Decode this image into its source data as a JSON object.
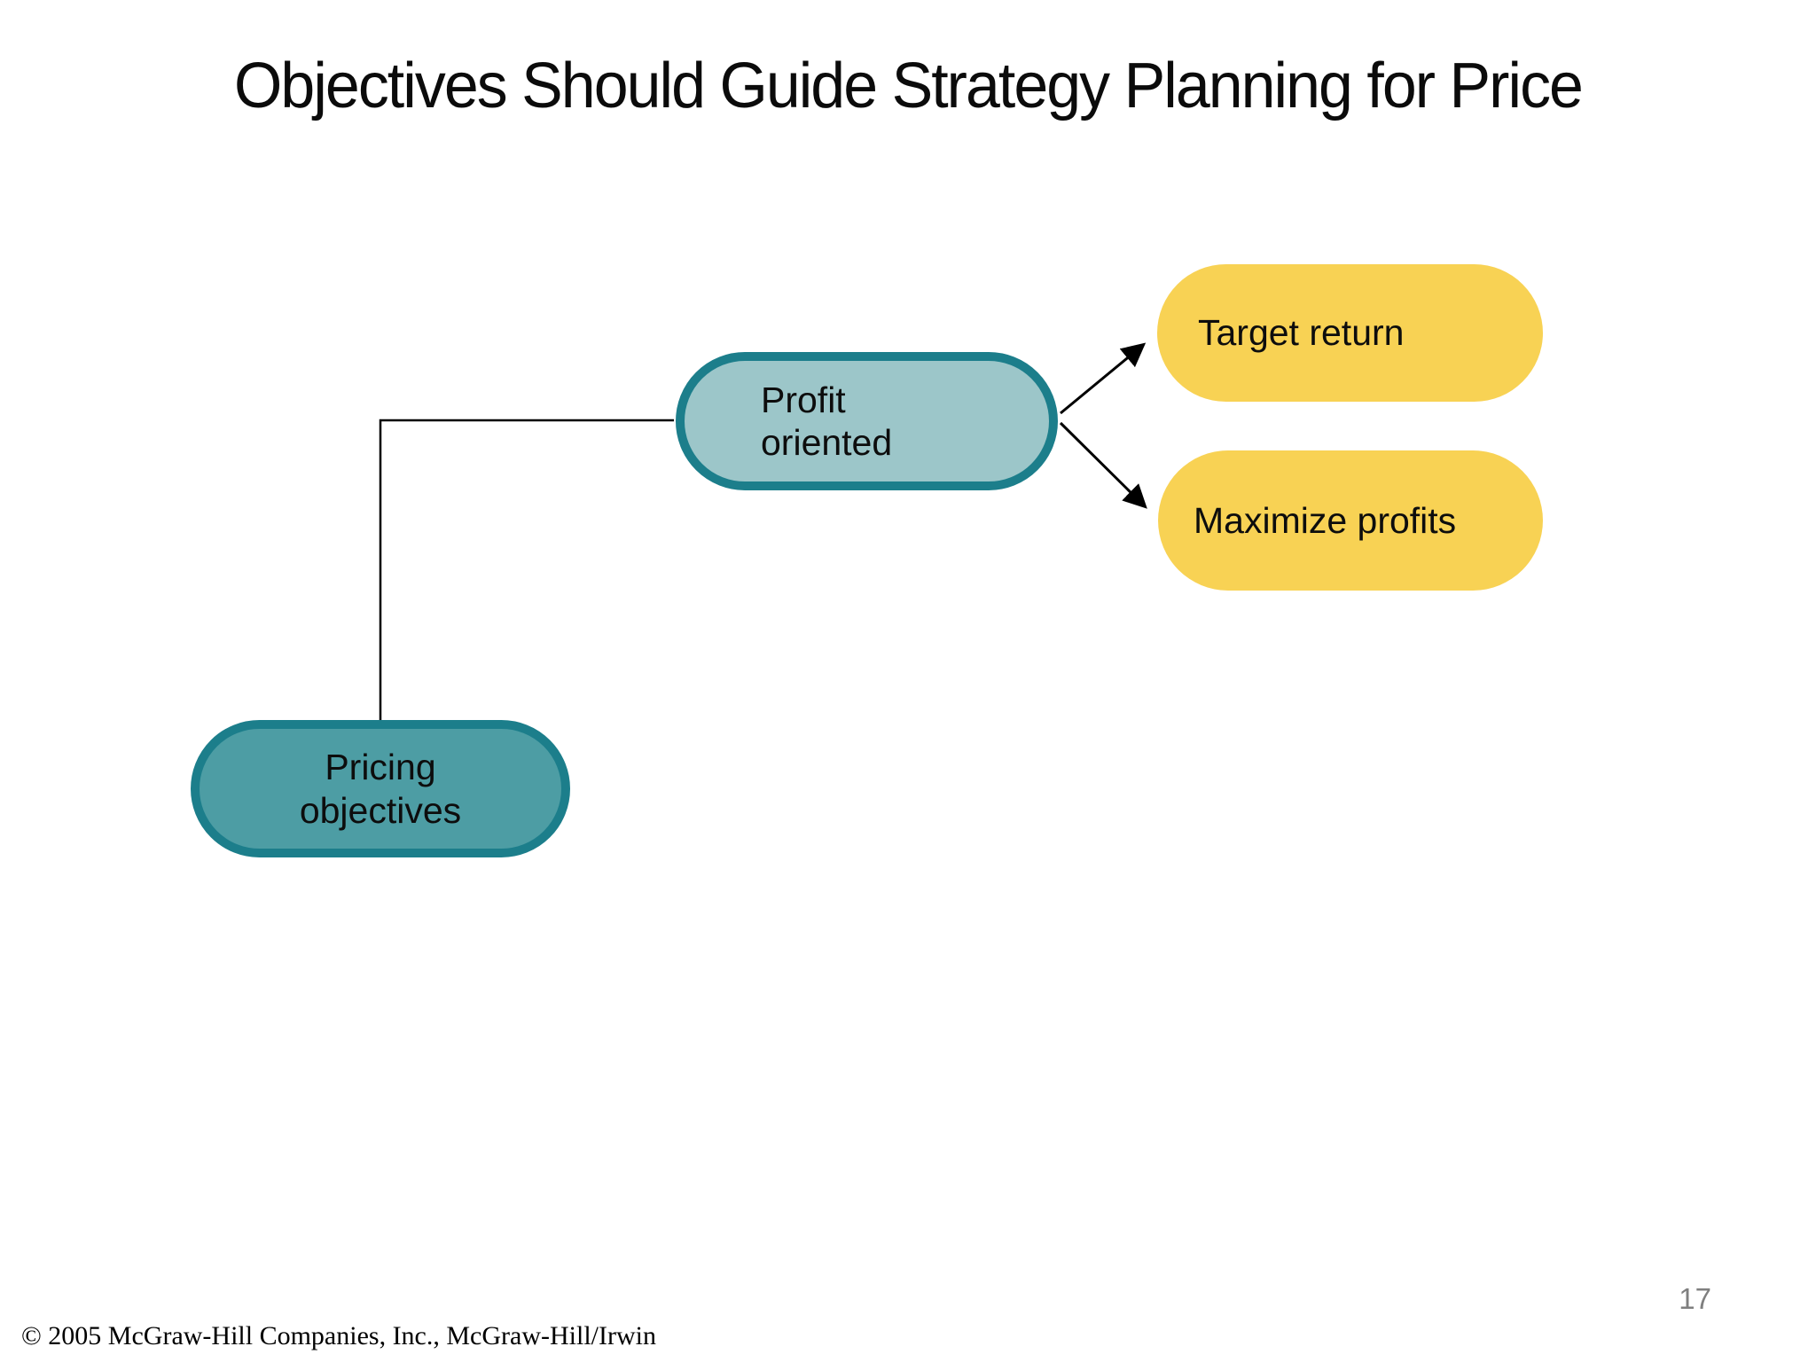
{
  "slide": {
    "title": "Objectives Should Guide Strategy Planning for Price",
    "page_number": "17",
    "copyright_notice": "© 2005 McGraw-Hill Companies, Inc., McGraw-Hill/Irwin"
  },
  "diagram": {
    "nodes": [
      {
        "id": "pricing-objectives",
        "label": "Pricing\nobjectives",
        "style": "teal-dark"
      },
      {
        "id": "profit-oriented",
        "label": "Profit\noriented",
        "style": "teal-light"
      },
      {
        "id": "target-return",
        "label": "Target return",
        "style": "yellow"
      },
      {
        "id": "maximize-profits",
        "label": "Maximize profits",
        "style": "yellow"
      }
    ],
    "edges": [
      {
        "from": "pricing-objectives",
        "to": "profit-oriented",
        "type": "elbow",
        "arrow": false
      },
      {
        "from": "profit-oriented",
        "to": "target-return",
        "type": "straight",
        "arrow": true
      },
      {
        "from": "profit-oriented",
        "to": "maximize-profits",
        "type": "straight",
        "arrow": true
      }
    ]
  },
  "colors": {
    "node_border_teal": "#1c7e8b",
    "node_fill_teal_dark": "#4d9da4",
    "node_fill_teal_light": "#9cc6c9",
    "node_fill_yellow": "#f8d254",
    "connector_black": "#000000",
    "page_number_gray": "#7f7f7f",
    "title_text": "#0b0b0b",
    "background": "#ffffff"
  }
}
